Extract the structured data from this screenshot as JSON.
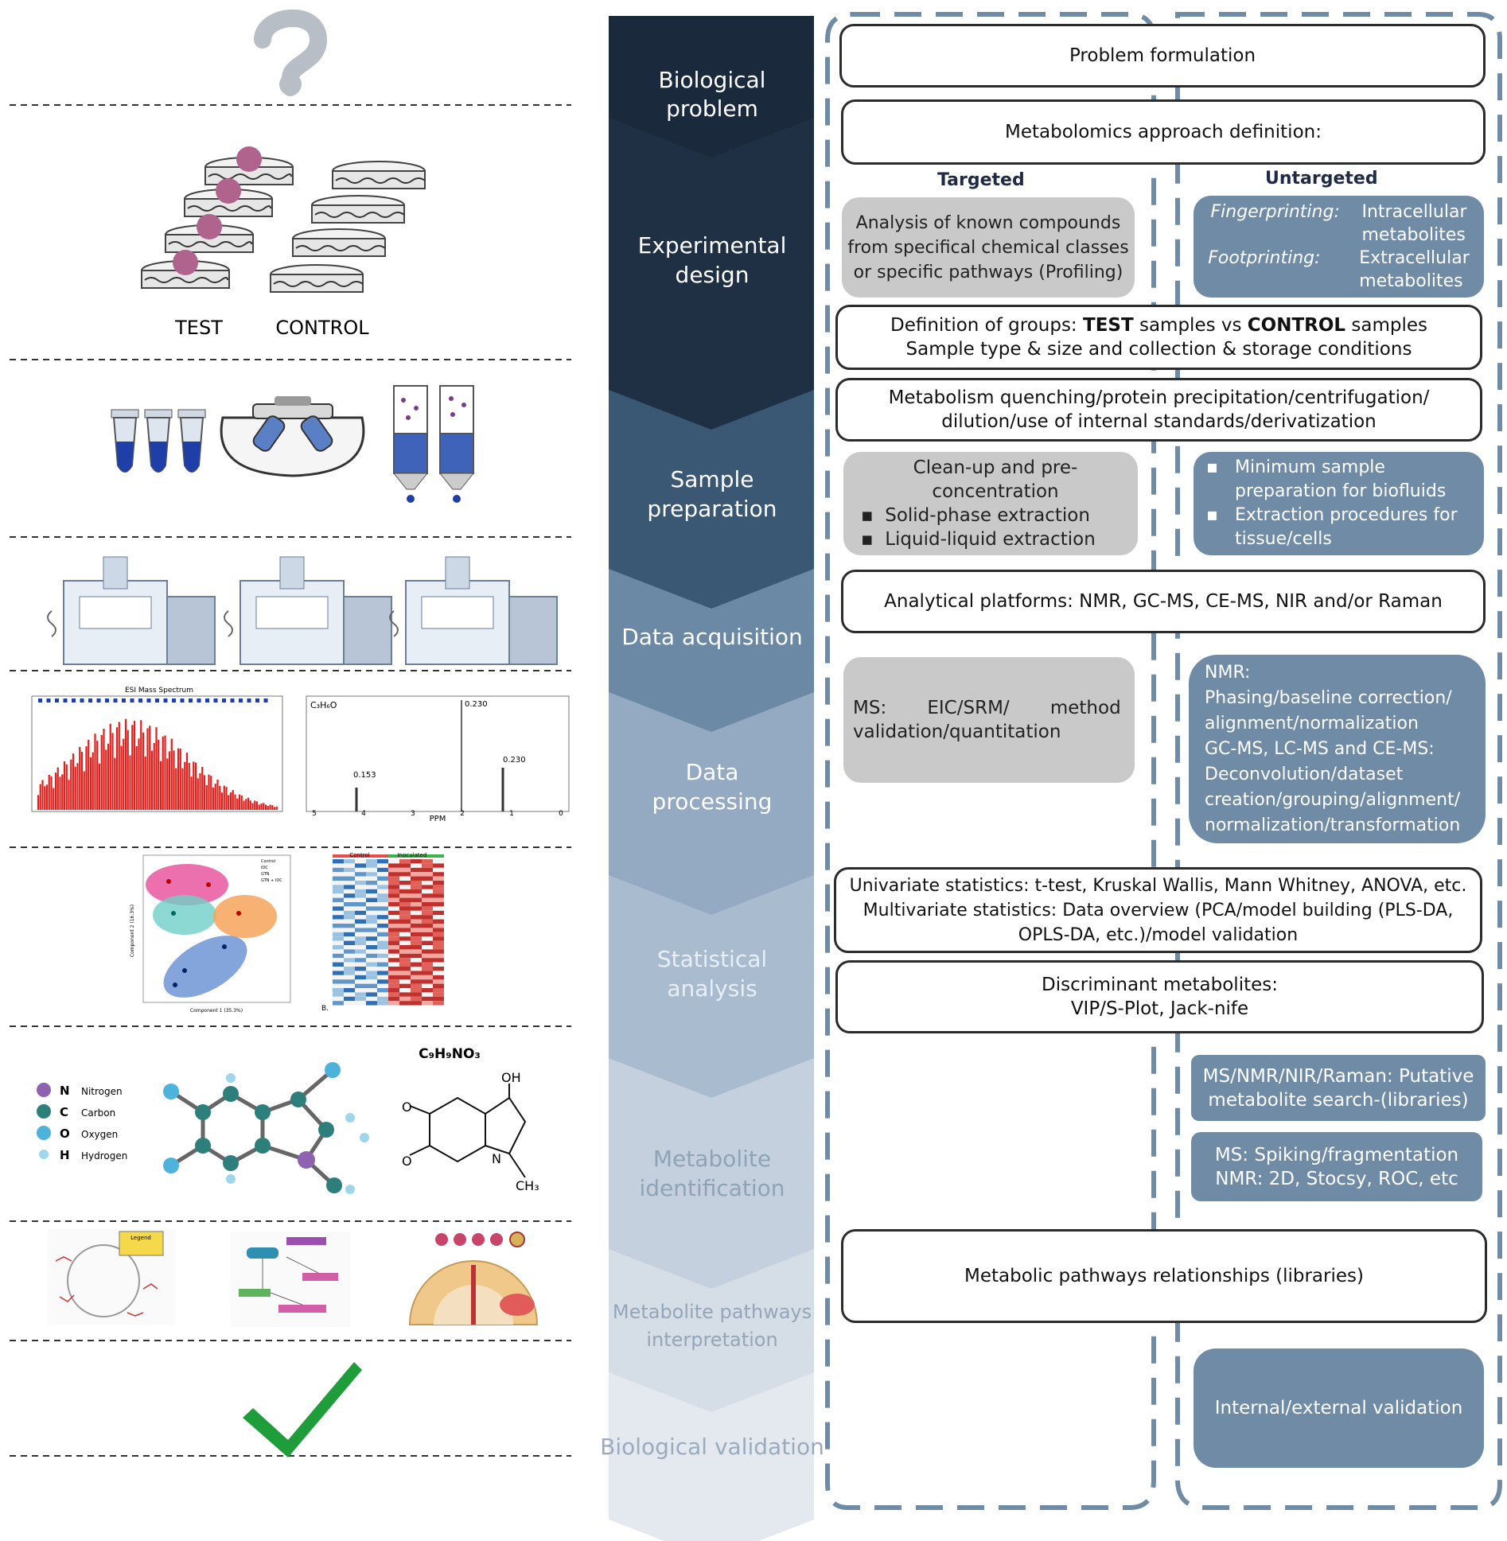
{
  "left_panel": {
    "experimental_labels": {
      "test": "TEST",
      "control": "CONTROL"
    },
    "chart_ms_title": "ESI Mass Spectrum",
    "chart_nmr": {
      "formula": "C₃H₆O",
      "peak1": "0.230",
      "peak2": "0.230",
      "peak3": "0.153",
      "xlabel": "PPM",
      "ticks": [
        "5",
        "4",
        "3",
        "2",
        "1",
        "0"
      ]
    },
    "chart_stats": {
      "legend": [
        "Control",
        "IOC",
        "GTN",
        "GTN + IOC"
      ],
      "xlabel": "Component 1 (35.3%)",
      "ylabel": "Component 2 (16.3%)",
      "heatmap_groups": [
        "Control",
        "Inoculated"
      ],
      "heatmap_label": "B."
    },
    "molecule": {
      "formula": "C₉H₉NO₃",
      "legend": [
        {
          "sym": "N",
          "name": "Nitrogen",
          "color": "#8e62b1"
        },
        {
          "sym": "C",
          "name": "Carbon",
          "color": "#2c7f7b"
        },
        {
          "sym": "O",
          "name": "Oxygen",
          "color": "#4db3dd"
        },
        {
          "sym": "H",
          "name": "Hydrogen",
          "color": "#9fd6ec"
        }
      ],
      "struct_labels": {
        "oh": "OH",
        "n": "N",
        "ch3": "CH₃"
      }
    },
    "pathway_legend": "Legend"
  },
  "stages": [
    {
      "label_lines": [
        "Biological",
        "problem"
      ]
    },
    {
      "label_lines": [
        "Experimental",
        "design"
      ]
    },
    {
      "label_lines": [
        "Sample",
        "preparation"
      ]
    },
    {
      "label_lines": [
        "Data acquisition"
      ]
    },
    {
      "label_lines": [
        "Data",
        "processing"
      ]
    },
    {
      "label_lines": [
        "Statistical",
        "analysis"
      ]
    },
    {
      "label_lines": [
        "Metabolite",
        "identification"
      ]
    },
    {
      "label_lines": [
        "Metabolite pathways",
        "interpretation"
      ]
    },
    {
      "label_lines": [
        "Biological validation"
      ]
    }
  ],
  "right_panel": {
    "problem": "Problem formulation",
    "approach": "Metabolomics approach definition:",
    "targeted_header": "Targeted",
    "untargeted_header": "Untargeted",
    "targeted_desc": [
      "Analysis of known compounds",
      "from specifical chemical classes",
      "or specific pathways (Profiling)"
    ],
    "untargeted_desc": [
      {
        "k": "Fingerprinting:",
        "v": [
          "Intracellular",
          "metabolites"
        ]
      },
      {
        "k": "Footprinting:",
        "v": [
          "Extracellular",
          "metabolites"
        ]
      }
    ],
    "groups_line1_a": "Definition of groups: ",
    "groups_line1_test": "TEST",
    "groups_line1_b": " samples vs ",
    "groups_line1_control": "CONTROL",
    "groups_line1_c": " samples",
    "groups_line2": "Sample type & size and collection & storage conditions",
    "quench": [
      "Metabolism quenching/protein precipitation/centrifugation/",
      "dilution/use of internal standards/derivatization"
    ],
    "cleanup_title": "Clean-up and pre-concentration",
    "cleanup_items": [
      "Solid-phase extraction",
      "Liquid-liquid extraction"
    ],
    "untargeted_prep": [
      "Minimum sample preparation for biofluids",
      "Extraction procedures for tissue/cells"
    ],
    "platforms": "Analytical platforms: NMR, GC-MS, CE-MS, NIR and/or Raman",
    "ms_processing": [
      "MS:       EIC/SRM/       method",
      "validation/quantitation"
    ],
    "nmr_processing": [
      "NMR:",
      "Phasing/baseline correction/",
      "alignment/normalization",
      "GC-MS, LC-MS and CE-MS:",
      "Deconvolution/dataset",
      "creation/grouping/alignment/",
      "normalization/transformation"
    ],
    "stats": [
      "Univariate statistics: t-test, Kruskal Wallis, Mann Whitney, ANOVA, etc.",
      "Multivariate statistics: Data overview (PCA/model building (PLS-DA,",
      "OPLS-DA, etc.)/model validation"
    ],
    "discriminant": [
      "Discriminant metabolites:",
      "VIP/S-Plot, Jack-nife"
    ],
    "putative": [
      "MS/NMR/NIR/Raman: Putative",
      "metabolite search-(libraries)"
    ],
    "spiking": [
      "MS: Spiking/fragmentation",
      "NMR: 2D, Stocsy, ROC, etc"
    ],
    "pathways": "Metabolic pathways relationships (libraries)",
    "validation": "Internal/external validation"
  },
  "colors": {
    "chevrons": [
      "#1a2a3c",
      "#1f3044",
      "#3a5774",
      "#6b88a5",
      "#93aac2",
      "#a9bccf",
      "#c4d0de",
      "#d5dde7",
      "#e4e9ef"
    ],
    "chevron_text": [
      "#ffffff",
      "#ffffff",
      "#ffffff",
      "#ffffff",
      "#ffffff",
      "#e8eef5",
      "#8fa3b7",
      "#95a6b8",
      "#9aabbd"
    ],
    "dash_frame": "#6f8ba6",
    "blue_box": "#6f8ba6",
    "gray_box": "#c9c9c9"
  }
}
